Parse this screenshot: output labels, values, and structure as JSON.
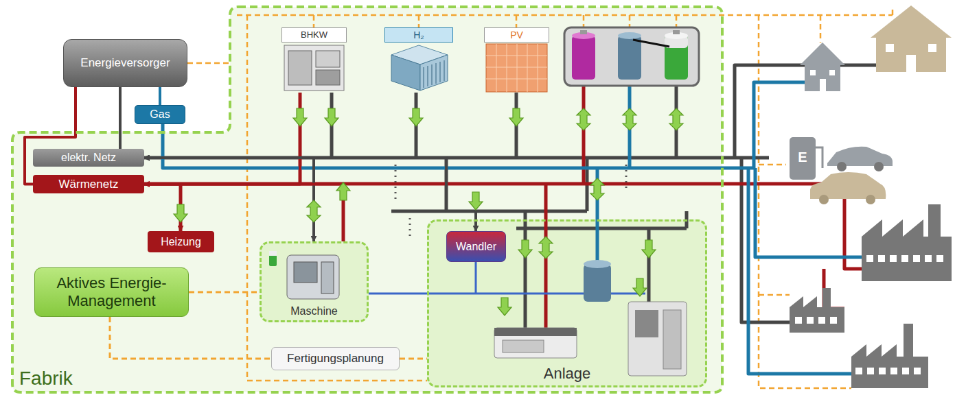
{
  "diagram": {
    "nodes": [
      {
        "text": [
          "Energieversorger"
        ]
      },
      {
        "text": [
          "Gas"
        ]
      },
      {
        "text": [
          "Fabrik"
        ]
      },
      {
        "text": [
          "BHKW"
        ],
        "in": 2
      },
      {
        "text": [
          "H₂"
        ],
        "in": 2
      },
      {
        "text": [
          "PV"
        ],
        "in": 2
      },
      {
        "text": [
          "elektr. Netz"
        ],
        "in": 2
      },
      {
        "text": [
          "Wärmenetz"
        ],
        "in": 2
      },
      {
        "text": [
          "Heizung"
        ],
        "in": 2
      },
      {
        "text": [
          "Maschine"
        ],
        "in": 2
      },
      {
        "text": [
          "Anlage"
        ],
        "in": 2
      },
      {
        "text": [
          "Wandler"
        ],
        "in": 10
      },
      {
        "text": [
          "Aktives Energie- Management"
        ],
        "in": 2
      },
      {
        "text": [
          "Fertigungsplanung"
        ],
        "in": 2
      }
    ],
    "edges": [
      {
        "from": 0,
        "to": 6,
        "arrow": "none"
      },
      {
        "from": 0,
        "to": 7,
        "arrow": "none"
      },
      {
        "from": 0,
        "to": 1,
        "arrow": "none"
      },
      {
        "from": 3,
        "to": 7,
        "arrow": "to"
      },
      {
        "from": 3,
        "to": 6,
        "arrow": "to"
      },
      {
        "from": 4,
        "to": 6,
        "arrow": "to"
      },
      {
        "from": 5,
        "to": 6,
        "arrow": "to"
      },
      {
        "from": 7,
        "to": 8,
        "arrow": "to"
      },
      {
        "from": 9,
        "to": 6,
        "arrow": "both"
      },
      {
        "from": 9,
        "to": 7,
        "arrow": "to"
      },
      {
        "from": 6,
        "to": 11,
        "arrow": "to"
      },
      {
        "from": 12,
        "to": 9,
        "arrow": "none"
      },
      {
        "from": 12,
        "to": 13,
        "arrow": "none"
      },
      {
        "from": 13,
        "to": 10,
        "arrow": "none"
      }
    ],
    "labels": [
      "E"
    ]
  }
}
